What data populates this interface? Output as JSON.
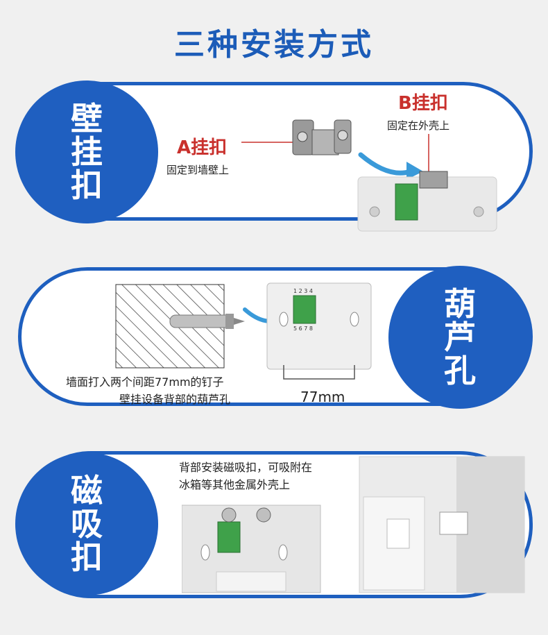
{
  "title": "三种安装方式",
  "methods": [
    {
      "circle_chars": [
        "壁",
        "挂",
        "扣"
      ],
      "a_label": "A挂扣",
      "a_note": "固定到墙壁上",
      "b_label": "B挂扣",
      "b_note": "固定在外壳上"
    },
    {
      "circle_chars": [
        "葫",
        "芦",
        "孔"
      ],
      "note_line1": "墙面打入两个间距77mm的钉子",
      "note_line2": "壁挂设备背部的葫芦孔",
      "dimension": "77mm",
      "terminal_top": "1 2 3 4",
      "terminal_bottom": "5 6 7 8"
    },
    {
      "circle_chars": [
        "磁",
        "吸",
        "扣"
      ],
      "note_line1": "背部安装磁吸扣，可吸附在",
      "note_line2": "冰箱等其他金属外壳上"
    }
  ],
  "colors": {
    "accent_blue": "#1f5fc0",
    "title_blue": "#1c5cb8",
    "label_red": "#c9302c",
    "terminal_green": "#3fa14a"
  }
}
